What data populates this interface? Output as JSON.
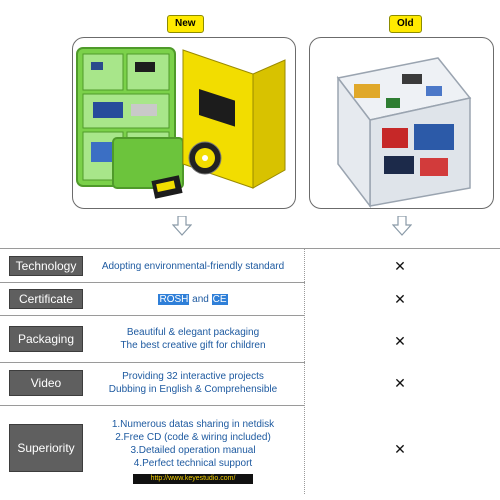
{
  "header": {
    "new_label": "New",
    "old_label": "Old"
  },
  "colors": {
    "badge_bg": "#ffea00",
    "label_bg": "#5f5f5f",
    "desc_text": "#1e5aa0",
    "highlight": "#2f7fd8"
  },
  "rows": [
    {
      "label": "Technology",
      "lines": [
        "Adopting environmental-friendly standard"
      ],
      "mark": "✕"
    },
    {
      "label": "Certificate",
      "cert_a": "ROSH",
      "cert_and": " and ",
      "cert_b": "CE",
      "mark": "✕"
    },
    {
      "label": "Packaging",
      "lines": [
        "Beautiful & elegant packaging",
        "The best creative gift for children"
      ],
      "mark": "✕"
    },
    {
      "label": "Video",
      "lines": [
        "Providing 32 interactive projects",
        "Dubbing in English & Comprehensible"
      ],
      "mark": "✕"
    },
    {
      "label": "Superiority",
      "lines": [
        "1.Numerous datas sharing in netdisk",
        "2.Free CD (code & wiring included)",
        "3.Detailed operation manual",
        "4.Perfect technical support"
      ],
      "mark": "✕"
    }
  ],
  "footer": {
    "url": "http://www.keyestudio.com/"
  }
}
